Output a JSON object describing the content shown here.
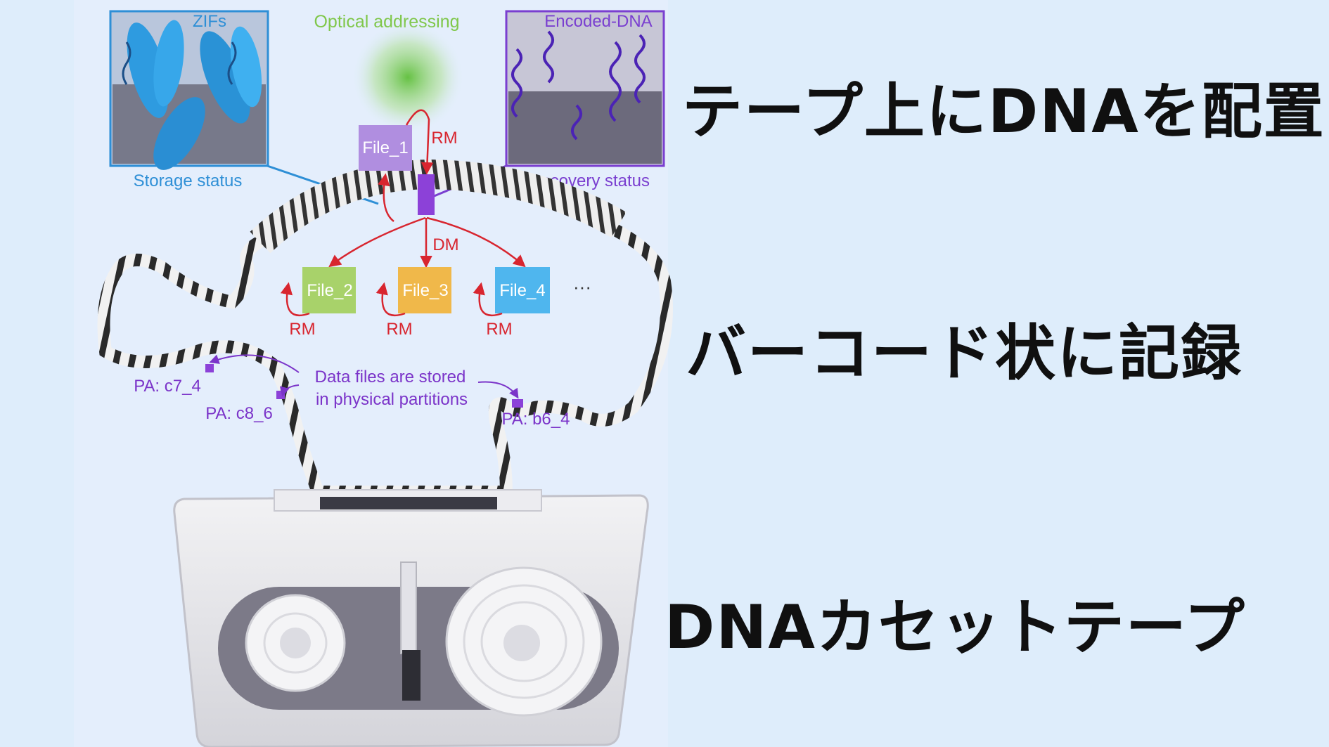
{
  "diagram": {
    "zifs_label": "ZIFs",
    "optical_label": "Optical addressing",
    "encoded_label": "Encoded-DNA",
    "storage_status": "Storage status",
    "recovery_status": "Recovery status",
    "file_1": "File_1",
    "file_2": "File_2",
    "file_3": "File_3",
    "file_4": "File_4",
    "ellipsis": "···",
    "rm": "RM",
    "dm": "DM",
    "data_files_line1": "Data files are stored",
    "data_files_line2": "in physical partitions",
    "pa_c7": "PA: c7_4",
    "pa_c8": "PA: c8_6",
    "pa_b6": "PA: b6_4"
  },
  "captions": {
    "line1": "テープ上にDNAを配置",
    "line2": "バーコード状に記録",
    "line3": "DNAカセットテープ"
  },
  "colors": {
    "background": "#deedfb",
    "zifs_blue": "#2e8fd6",
    "encoded_purple": "#7a3fd0",
    "optical_green": "#7fc74a",
    "file1": "#b08ee0",
    "file2": "#a8d26a",
    "file3": "#f0b84a",
    "file4": "#4fb6ee",
    "arrow_red": "#d8252f",
    "label_purple": "#7b34c9"
  }
}
